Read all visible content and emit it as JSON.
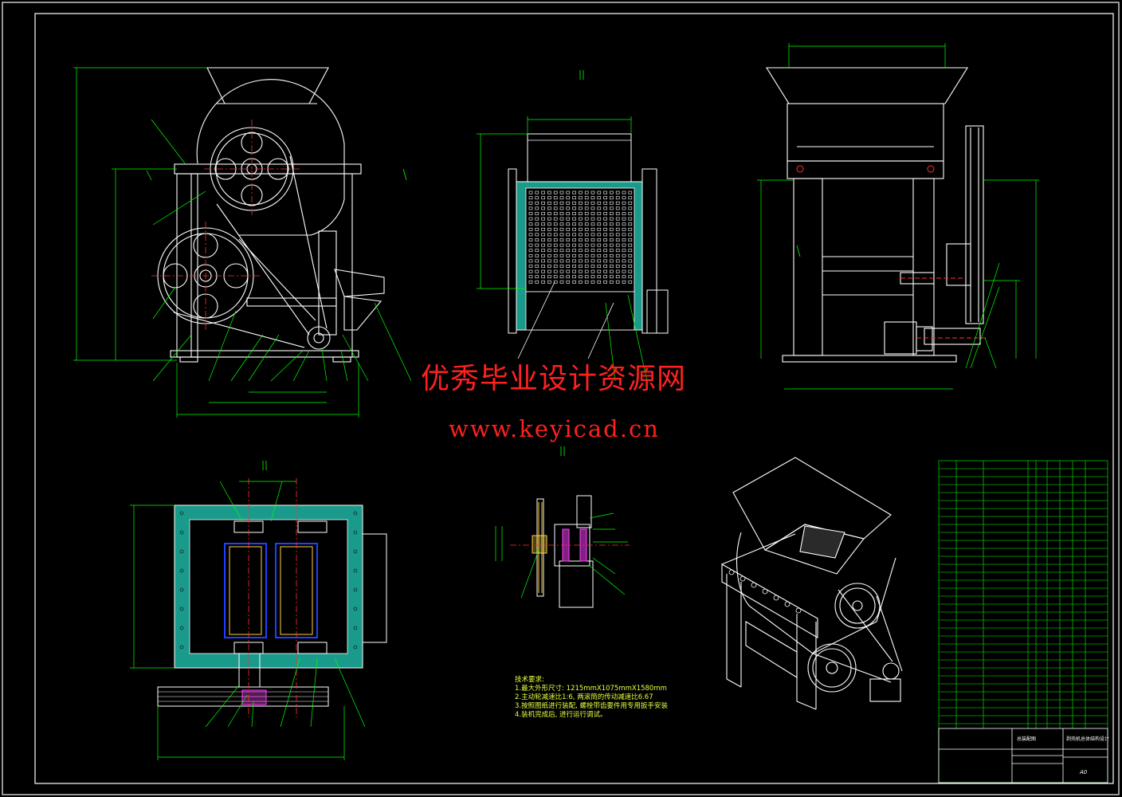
{
  "watermark": {
    "title": "优秀毕业设计资源网",
    "url": "www.keyicad.cn"
  },
  "tech_requirements": {
    "heading": "技术要求:",
    "items": [
      "1.最大外形尺寸: 1215mmX1075mmX1580mm",
      "2.主动轮减速比1:6, 两滚筒的传动减速比6.67",
      "3.按照图纸进行装配, 螺栓带齿要件用专用扳手安装",
      "4.装机完成后, 进行运行调试。"
    ]
  },
  "title_block": {
    "drawing_name": "总装配图",
    "design_title": "剥壳机总体结构设计",
    "sheet_size": "A0"
  },
  "colors": {
    "background": "#000000",
    "frame": "#ffffff",
    "dimension": "#00ff00",
    "centerline": "#ff3030",
    "section_fill": "#1a9a8a",
    "watermark": "#ff2020",
    "tech_text": "#e8ff40"
  }
}
